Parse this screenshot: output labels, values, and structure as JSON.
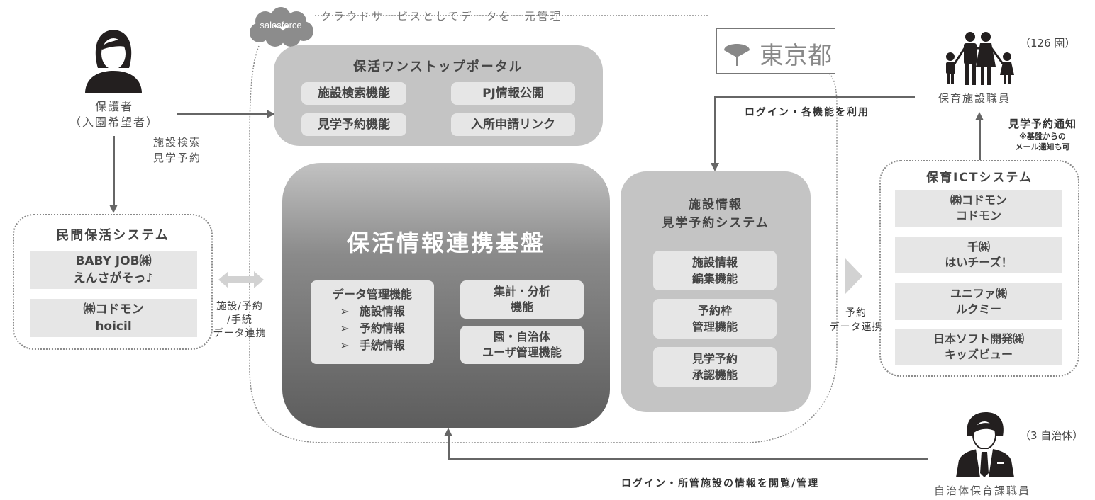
{
  "cloud": {
    "logo_text": "salesforce",
    "caption": "クラウドサービスとしてデータを一元管理"
  },
  "tokyo_logo": {
    "text": "東京都",
    "icon": "ginkgo-leaf-icon"
  },
  "guardian": {
    "icon": "woman-person-icon",
    "label_line1": "保護者",
    "label_line2": "（入園希望者）",
    "flow_line1": "施設検索",
    "flow_line2": "見学予約"
  },
  "portal": {
    "title": "保活ワンストップポータル",
    "items": [
      "施設検索機能",
      "PJ情報公開",
      "見学予約機能",
      "入所申請リンク"
    ]
  },
  "private_systems": {
    "title": "民間保活システム",
    "items": [
      {
        "line1": "BABY JOB㈱",
        "line2": "えんさがそっ♪"
      },
      {
        "line1": "㈱コドモン",
        "line2": "hoicil"
      }
    ],
    "link_line1": "施設/予約",
    "link_line2": "/手続",
    "link_line3": "データ連携"
  },
  "platform": {
    "title": "保活情報連携基盤",
    "data_mgmt": {
      "title": "データ管理機能",
      "bullets": [
        "施設情報",
        "予約情報",
        "手続情報"
      ],
      "bullet_glyph": "➢"
    },
    "analytics": {
      "line1": "集計・分析",
      "line2": "機能"
    },
    "user_mgmt": {
      "line1": "園・自治体",
      "line2": "ユーザ管理機能"
    }
  },
  "facility_system": {
    "title_line1": "施設情報",
    "title_line2": "見学予約システム",
    "items": [
      {
        "line1": "施設情報",
        "line2": "編集機能"
      },
      {
        "line1": "予約枠",
        "line2": "管理機能"
      },
      {
        "line1": "見学予約",
        "line2": "承認機能"
      }
    ],
    "link_line1": "予約",
    "link_line2": "データ連携"
  },
  "staff": {
    "icon": "family-icon",
    "count": "（126 園）",
    "label": "保育施設職員",
    "login_flow": "ログイン・各機能を利用",
    "notify_title": "見学予約通知",
    "notify_note1": "※基盤からの",
    "notify_note2": "メール通知も可"
  },
  "ict_systems": {
    "title": "保育ICTシステム",
    "items": [
      {
        "line1": "㈱コドモン",
        "line2": "コドモン"
      },
      {
        "line1": "千㈱",
        "line2": "はいチーズ！"
      },
      {
        "line1": "ユニファ㈱",
        "line2": "ルクミー"
      },
      {
        "line1": "日本ソフト開発㈱",
        "line2": "キッズビュー"
      }
    ]
  },
  "municipal": {
    "icon": "businessman-icon",
    "count": "（3 自治体）",
    "label": "自治体保育課職員",
    "flow": "ログイン・所管施設の情報を閲覧/管理"
  }
}
